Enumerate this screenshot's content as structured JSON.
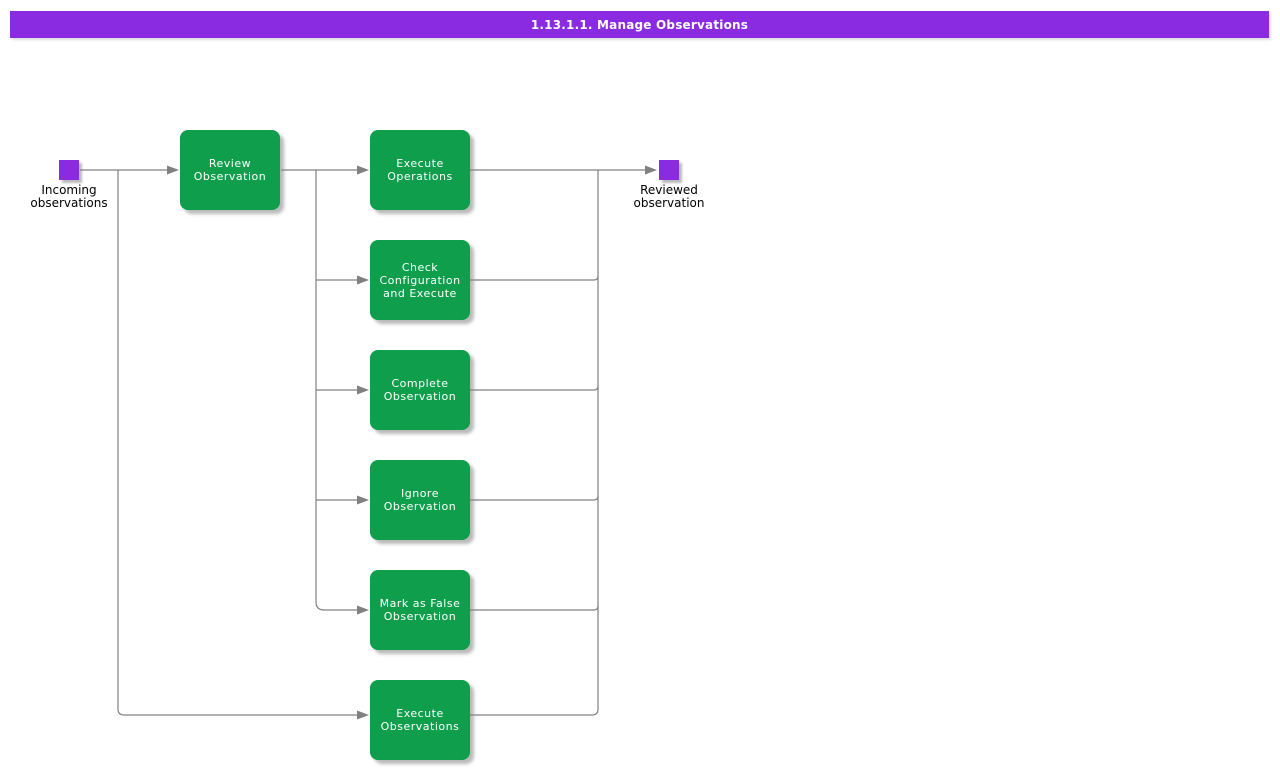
{
  "header": {
    "title": "1.13.1.1. Manage Observations"
  },
  "colors": {
    "header_purple": "#8a2be2",
    "event_purple": "#8a2be2",
    "task_green": "#0e9e4c",
    "connector_gray": "#808080",
    "task_text": "#ffffff",
    "label_text": "#000000",
    "background": "#ffffff"
  },
  "events": {
    "start": {
      "label": "Incoming\nobservations"
    },
    "end": {
      "label": "Reviewed\nobservation"
    }
  },
  "tasks": [
    {
      "id": "review-observation",
      "label": "Review\nObservation"
    },
    {
      "id": "execute-operations",
      "label": "Execute\nOperations"
    },
    {
      "id": "check-configuration-and-execute",
      "label": "Check\nConfiguration\nand Execute"
    },
    {
      "id": "complete-observation",
      "label": "Complete\nObservation"
    },
    {
      "id": "ignore-observation",
      "label": "Ignore\nObservation"
    },
    {
      "id": "mark-as-false-observation",
      "label": "Mark as False\nObservation"
    },
    {
      "id": "execute-observations",
      "label": "Execute\nObservations"
    }
  ]
}
